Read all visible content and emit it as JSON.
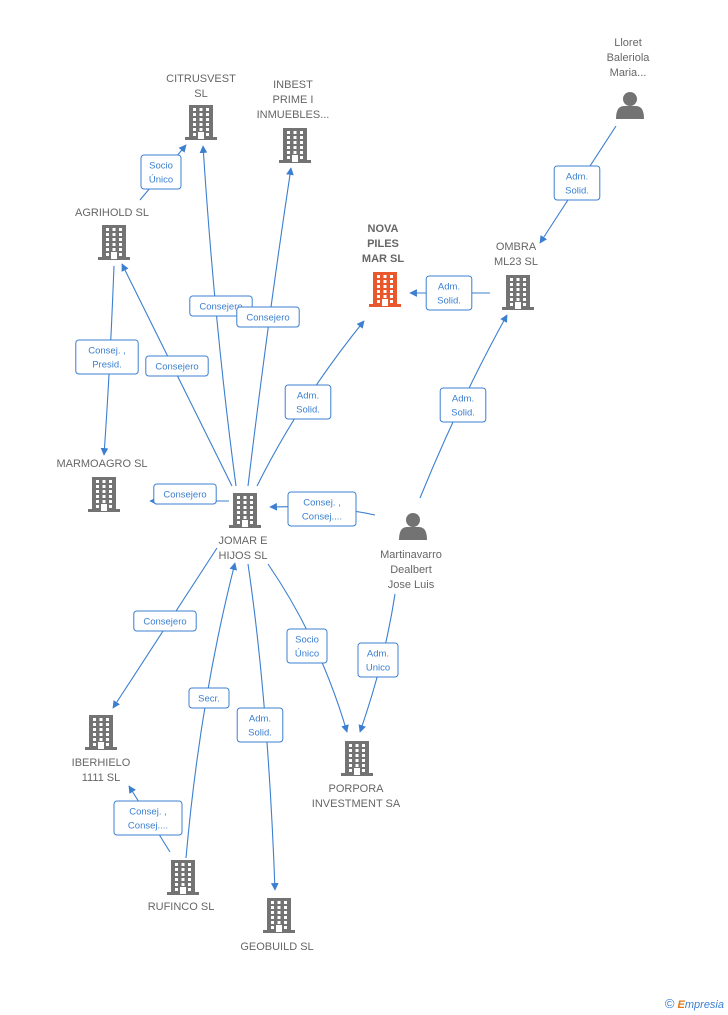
{
  "colors": {
    "edge": "#3b7fd0",
    "company": "#737373",
    "highlight": "#e8582c",
    "person": "#737373"
  },
  "nodes": [
    {
      "id": "citrusvest",
      "type": "company",
      "label": [
        "CITRUSVEST",
        "SL"
      ]
    },
    {
      "id": "inbest",
      "type": "company",
      "label": [
        "INBEST",
        "PRIME I",
        "INMUEBLES..."
      ]
    },
    {
      "id": "lloret",
      "type": "person",
      "label": [
        "Lloret",
        "Baleriola",
        "Maria..."
      ]
    },
    {
      "id": "agrihold",
      "type": "company",
      "label": [
        "AGRIHOLD  SL"
      ]
    },
    {
      "id": "nova",
      "type": "company",
      "highlight": true,
      "label": [
        "NOVA",
        "PILES",
        "MAR  SL"
      ]
    },
    {
      "id": "ombra",
      "type": "company",
      "label": [
        "OMBRA",
        "ML23  SL"
      ]
    },
    {
      "id": "marmoagro",
      "type": "company",
      "label": [
        "MARMOAGRO SL"
      ]
    },
    {
      "id": "jomar",
      "type": "company",
      "label": [
        "JOMAR E",
        "HIJOS SL"
      ]
    },
    {
      "id": "martinavarro",
      "type": "person",
      "label": [
        "Martinavarro",
        "Dealbert",
        "Jose Luis"
      ]
    },
    {
      "id": "iberhielo",
      "type": "company",
      "label": [
        "IBERHIELO",
        "1111  SL"
      ]
    },
    {
      "id": "porpora",
      "type": "company",
      "label": [
        "PORPORA",
        "INVESTMENT SA"
      ]
    },
    {
      "id": "rufinco",
      "type": "company",
      "label": [
        "RUFINCO  SL"
      ]
    },
    {
      "id": "geobuild",
      "type": "company",
      "label": [
        "GEOBUILD  SL"
      ]
    }
  ],
  "edges": [
    {
      "from": "agrihold",
      "to": "citrusvest",
      "label": [
        "Socio",
        "Único"
      ]
    },
    {
      "from": "jomar",
      "to": "citrusvest",
      "label": [
        "Consejero"
      ]
    },
    {
      "from": "jomar",
      "to": "inbest",
      "label": [
        "Consejero"
      ]
    },
    {
      "from": "jomar",
      "to": "agrihold",
      "label": [
        "Consejero"
      ]
    },
    {
      "from": "agrihold",
      "to": "marmoagro",
      "label": [
        "Consej. ,",
        "Presid."
      ]
    },
    {
      "from": "jomar",
      "to": "nova",
      "label": [
        "Adm.",
        "Solid."
      ]
    },
    {
      "from": "ombra",
      "to": "nova",
      "label": [
        "Adm.",
        "Solid."
      ]
    },
    {
      "from": "lloret",
      "to": "ombra",
      "label": [
        "Adm.",
        "Solid."
      ]
    },
    {
      "from": "martinavarro",
      "to": "ombra",
      "label": [
        "Adm.",
        "Solid."
      ]
    },
    {
      "from": "jomar",
      "to": "marmoagro",
      "label": [
        "Consejero"
      ]
    },
    {
      "from": "martinavarro",
      "to": "jomar",
      "label": [
        "Consej. ,",
        "Consej...."
      ]
    },
    {
      "from": "jomar",
      "to": "iberhielo",
      "label": [
        "Consejero"
      ]
    },
    {
      "from": "jomar",
      "to": "porpora",
      "label": [
        "Socio",
        "Único"
      ]
    },
    {
      "from": "martinavarro",
      "to": "porpora",
      "label": [
        "Adm.",
        "Unico"
      ]
    },
    {
      "from": "rufinco",
      "to": "jomar",
      "label": [
        "Secr."
      ]
    },
    {
      "from": "jomar",
      "to": "geobuild",
      "label": [
        "Adm.",
        "Solid."
      ]
    },
    {
      "from": "rufinco",
      "to": "iberhielo",
      "label": [
        "Consej. ,",
        "Consej...."
      ]
    }
  ],
  "footer": {
    "copyright_symbol": "©",
    "brand_initial": "E",
    "brand_rest": "mpresia"
  }
}
